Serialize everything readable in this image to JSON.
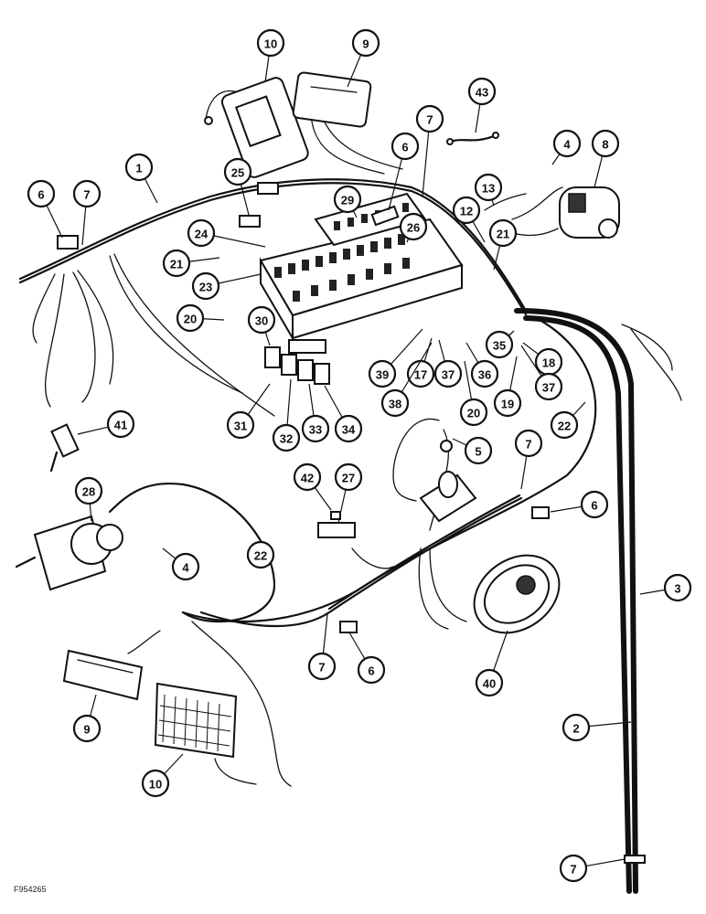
{
  "figure_reference": "F954265",
  "callouts": [
    {
      "id": "c10a",
      "label": "10"
    },
    {
      "id": "c9a",
      "label": "9"
    },
    {
      "id": "c43",
      "label": "43"
    },
    {
      "id": "c7a",
      "label": "7"
    },
    {
      "id": "c6a",
      "label": "6"
    },
    {
      "id": "c4a",
      "label": "4"
    },
    {
      "id": "c8",
      "label": "8"
    },
    {
      "id": "c1",
      "label": "1"
    },
    {
      "id": "c6b",
      "label": "6"
    },
    {
      "id": "c7b",
      "label": "7"
    },
    {
      "id": "c25",
      "label": "25"
    },
    {
      "id": "c29",
      "label": "29"
    },
    {
      "id": "c13",
      "label": "13"
    },
    {
      "id": "c12",
      "label": "12"
    },
    {
      "id": "c24",
      "label": "24"
    },
    {
      "id": "c26",
      "label": "26"
    },
    {
      "id": "c21a",
      "label": "21"
    },
    {
      "id": "c21b",
      "label": "21"
    },
    {
      "id": "c23",
      "label": "23"
    },
    {
      "id": "c20a",
      "label": "20"
    },
    {
      "id": "c30",
      "label": "30"
    },
    {
      "id": "c35",
      "label": "35"
    },
    {
      "id": "c18",
      "label": "18"
    },
    {
      "id": "c39",
      "label": "39"
    },
    {
      "id": "c17",
      "label": "17"
    },
    {
      "id": "c37a",
      "label": "37"
    },
    {
      "id": "c36",
      "label": "36"
    },
    {
      "id": "c37b",
      "label": "37"
    },
    {
      "id": "c38",
      "label": "38"
    },
    {
      "id": "c20b",
      "label": "20"
    },
    {
      "id": "c19",
      "label": "19"
    },
    {
      "id": "c31",
      "label": "31"
    },
    {
      "id": "c32",
      "label": "32"
    },
    {
      "id": "c33",
      "label": "33"
    },
    {
      "id": "c34",
      "label": "34"
    },
    {
      "id": "c22a",
      "label": "22"
    },
    {
      "id": "c41",
      "label": "41"
    },
    {
      "id": "c5",
      "label": "5"
    },
    {
      "id": "c7c",
      "label": "7"
    },
    {
      "id": "c6c",
      "label": "6"
    },
    {
      "id": "c28",
      "label": "28"
    },
    {
      "id": "c42",
      "label": "42"
    },
    {
      "id": "c27",
      "label": "27"
    },
    {
      "id": "c4b",
      "label": "4"
    },
    {
      "id": "c22b",
      "label": "22"
    },
    {
      "id": "c3",
      "label": "3"
    },
    {
      "id": "c7d",
      "label": "7"
    },
    {
      "id": "c6d",
      "label": "6"
    },
    {
      "id": "c40",
      "label": "40"
    },
    {
      "id": "c9b",
      "label": "9"
    },
    {
      "id": "c2",
      "label": "2"
    },
    {
      "id": "c10b",
      "label": "10"
    },
    {
      "id": "c7e",
      "label": "7"
    }
  ]
}
